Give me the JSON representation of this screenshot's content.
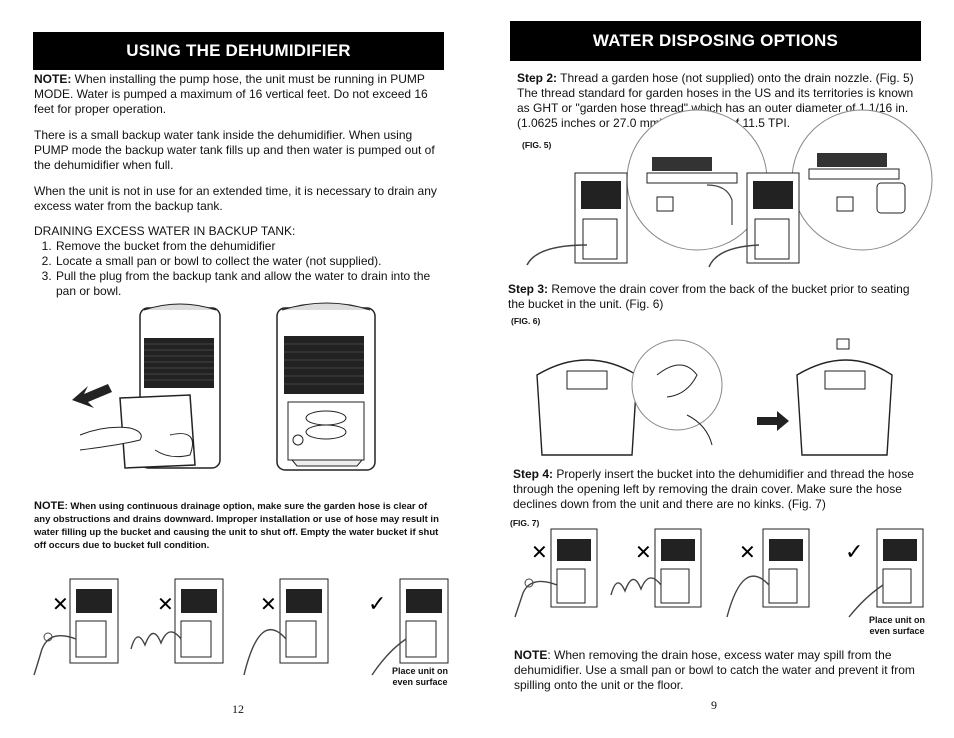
{
  "left": {
    "title": "USING THE DEHUMIDIFIER",
    "note1_label": "NOTE:",
    "note1_text": " When installing the pump hose, the unit must be running in PUMP MODE. Water is pumped a maximum of 16 vertical feet. Do not exceed 16 feet for proper operation.",
    "para2": "There is a small backup water tank inside the dehumidifier. When using PUMP mode the backup water tank fills up and then water is pumped out of the dehumidifier when full.",
    "para3": "When the unit is not in use for an extended time, it is necessary to drain any excess water from the backup tank.",
    "list_heading": "DRAINING EXCESS WATER IN BACKUP TANK:",
    "steps": [
      "Remove the bucket from the dehumidifier",
      "Locate a small pan or bowl to collect the water (not supplied).",
      "Pull the plug from the backup tank and allow the water to drain into the pan or bowl."
    ],
    "note2_label": "NOTE",
    "note2_text": ": When using continuous drainage option, make sure the garden hose is clear of any obstructions and drains downward. Improper installation or use of hose may result in water filling up the bucket and causing the unit to shut off. Empty the water bucket if shut off occurs due to bucket full condition.",
    "hose_label_line1": "Place unit on",
    "hose_label_line2": "even surface",
    "page_number": "12"
  },
  "right": {
    "title": "WATER DISPOSING OPTIONS",
    "step2_label": "Step 2:",
    "step2_text": " Thread a garden hose (not supplied) onto the drain nozzle. (Fig. 5) The thread standard for garden hoses in the US and its territories is known as GHT or \"garden hose thread\" which has an outer diameter of 1 1/16 in. (1.0625 inches or 27.0 mm) and a pitch of 11.5 TPI.",
    "fig5": "(FIG. 5)",
    "step3_label": "Step 3:",
    "step3_text": " Remove the drain cover from the back of the bucket prior to seating the bucket in the unit. (Fig. 6)",
    "fig6": "(FIG. 6)",
    "step4_label": "Step 4:",
    "step4_text": " Properly insert the bucket into the dehumidifier and thread the hose through the opening left by removing the drain cover. Make sure the hose declines down from the unit and there are no kinks. (Fig. 7)",
    "fig7": "(FIG. 7)",
    "hose_label_line1": "Place unit on",
    "hose_label_line2": "even surface",
    "note_label": "NOTE",
    "note_text": ": When removing the drain hose, excess water may spill from the dehumidifier. Use a small pan or bowl to catch the water and prevent it from spilling onto the unit or the floor.",
    "page_number": "9"
  },
  "icons": {
    "wrong": "cross-mark-icon",
    "right": "check-mark-icon",
    "arrow": "arrow-icon"
  }
}
